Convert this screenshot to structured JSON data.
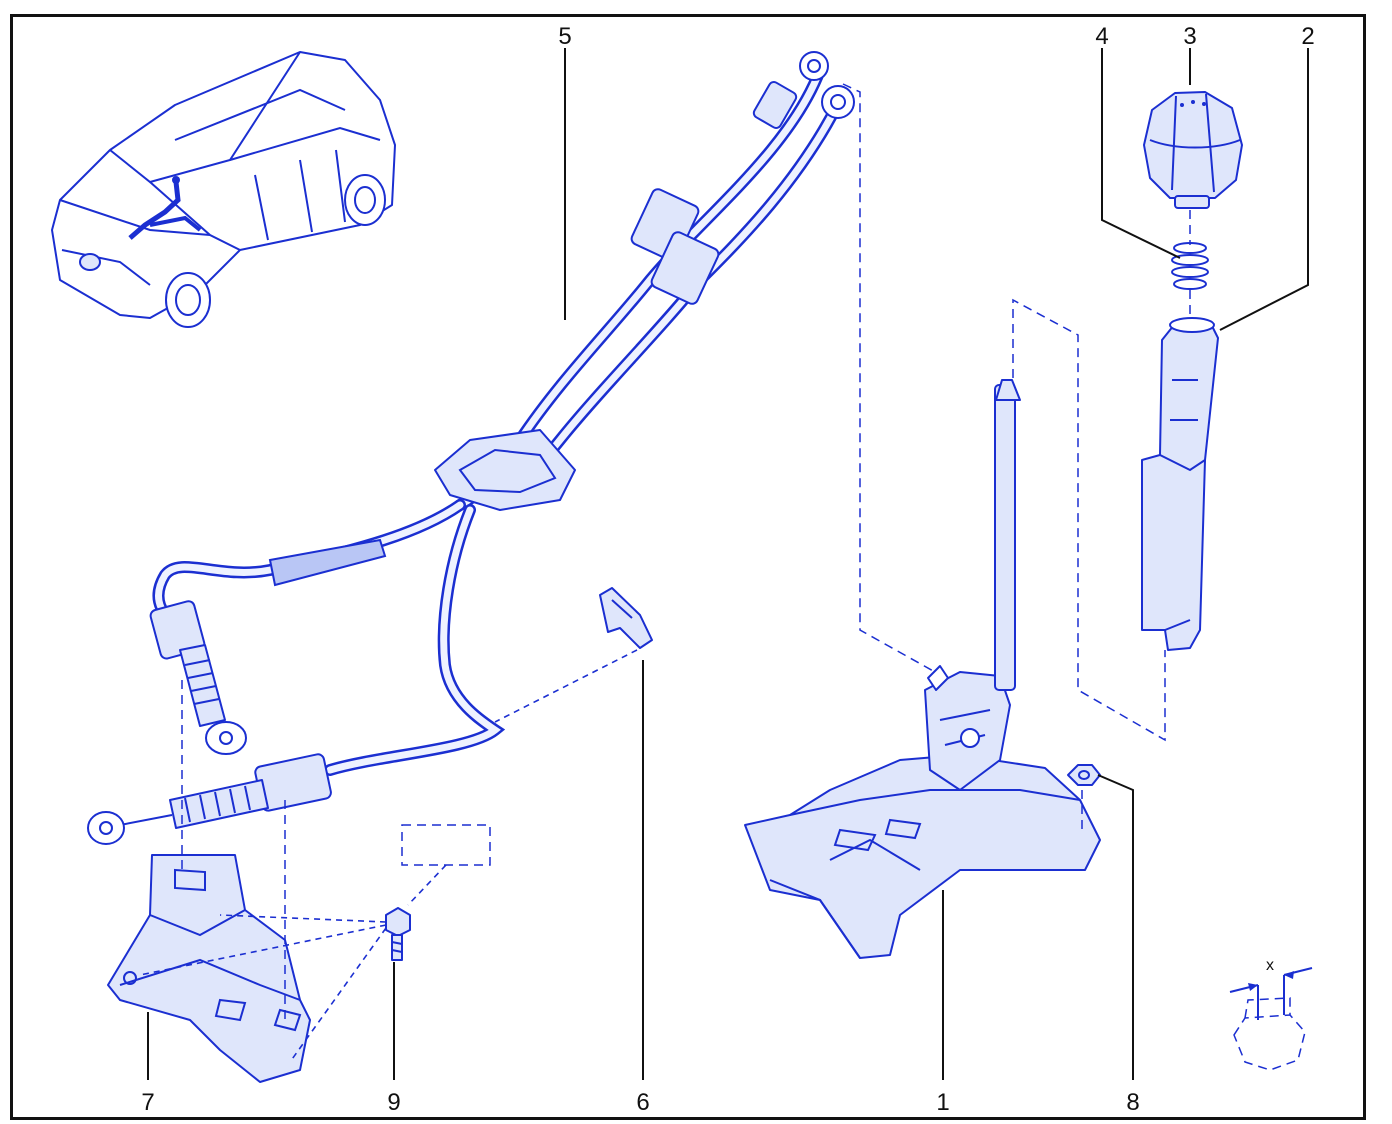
{
  "callouts": [
    {
      "id": "c1",
      "text": "1"
    },
    {
      "id": "c2",
      "text": "2"
    },
    {
      "id": "c3",
      "text": "3"
    },
    {
      "id": "c4",
      "text": "4"
    },
    {
      "id": "c5",
      "text": "5"
    },
    {
      "id": "c6",
      "text": "6"
    },
    {
      "id": "c7",
      "text": "7"
    },
    {
      "id": "c8",
      "text": "8"
    },
    {
      "id": "c9",
      "text": "9"
    }
  ],
  "dimension_label": "x",
  "colors": {
    "line": "#1b2fd1",
    "fill": "#dfe6fb",
    "text": "#111111",
    "frame": "#111111"
  }
}
